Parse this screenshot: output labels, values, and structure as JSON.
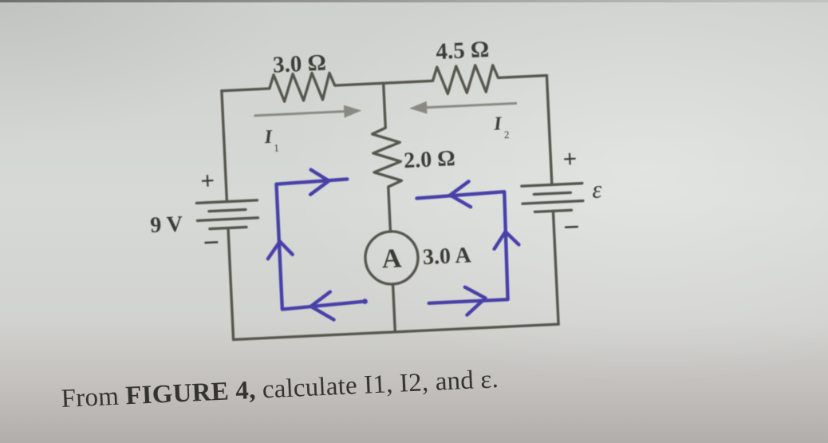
{
  "figure": {
    "resistors": {
      "r1": "3.0 Ω",
      "r2": "4.5 Ω",
      "r3": "2.0 Ω"
    },
    "battery_left": {
      "label": "9 V",
      "plus": "+",
      "minus": "−"
    },
    "battery_right": {
      "label": "ε",
      "plus": "+",
      "minus": "−"
    },
    "ammeter": {
      "symbol": "A",
      "reading": "3.0 A"
    },
    "currents": {
      "i1": {
        "symbol": "I",
        "subscript": "1"
      },
      "i2": {
        "symbol": "I",
        "subscript": "2"
      }
    }
  },
  "caption": {
    "prefix": "From ",
    "figure_ref": "FIGURE 4,",
    "rest": " calculate I1, I2, and ε."
  },
  "colors": {
    "wire": "#56564e",
    "label_text": "#3c3c36",
    "arrow_gray": "#8a8a83",
    "ink_blue": "#4840a8",
    "paper": "#d4d7d4"
  }
}
